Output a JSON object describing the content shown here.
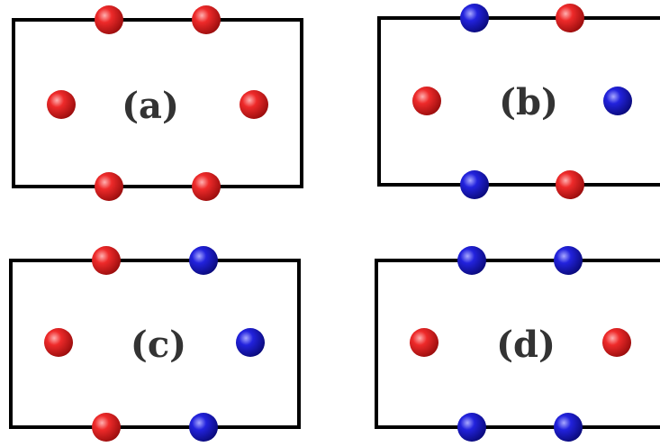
{
  "colors": {
    "red": "#e01c1c",
    "blue": "#1a1ad0",
    "frame": "#000000",
    "label": "#333333"
  },
  "panels": [
    {
      "id": "a",
      "label": "(a)",
      "atoms": {
        "top_left": "red",
        "top_right": "red",
        "left": "red",
        "right": "red",
        "bottom_left": "red",
        "bottom_right": "red"
      }
    },
    {
      "id": "b",
      "label": "(b)",
      "atoms": {
        "top_left": "blue",
        "top_right": "red",
        "left": "red",
        "right": "blue",
        "bottom_left": "blue",
        "bottom_right": "red"
      }
    },
    {
      "id": "c",
      "label": "(c)",
      "atoms": {
        "top_left": "red",
        "top_right": "blue",
        "left": "red",
        "right": "blue",
        "bottom_left": "red",
        "bottom_right": "blue"
      }
    },
    {
      "id": "d",
      "label": "(d)",
      "atoms": {
        "top_left": "blue",
        "top_right": "blue",
        "left": "red",
        "right": "red",
        "bottom_left": "blue",
        "bottom_right": "blue"
      }
    }
  ]
}
